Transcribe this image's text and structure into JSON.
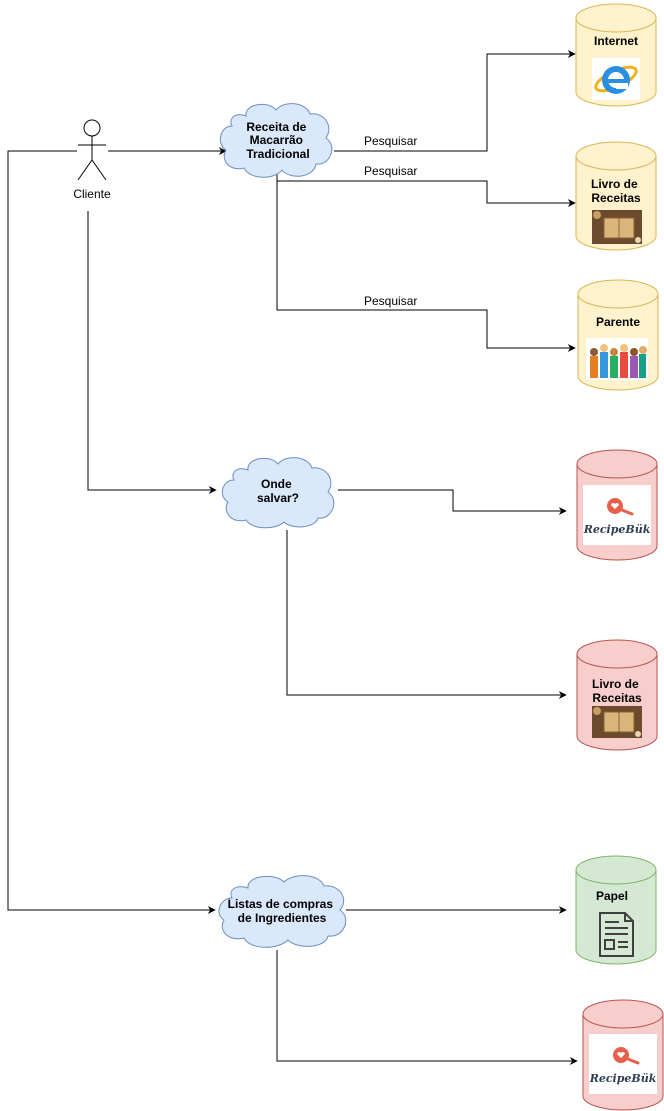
{
  "actor": {
    "label": "Cliente"
  },
  "clouds": {
    "receita": {
      "lines": [
        "Receita de",
        "Macarrão",
        "Tradicional"
      ]
    },
    "onde": {
      "lines": [
        "Onde",
        "salvar?"
      ]
    },
    "listas": {
      "lines": [
        "Listas de compras",
        "de Ingredientes"
      ]
    }
  },
  "cylinders": {
    "internet": {
      "label": [
        "Internet"
      ],
      "icon": "internet-explorer-icon"
    },
    "livro1": {
      "label": [
        "Livro de",
        "Receitas"
      ],
      "icon": "recipe-book-image"
    },
    "parente": {
      "label": [
        "Parente"
      ],
      "icon": "people-group-image"
    },
    "recipebuk1": {
      "logo_text": "RecipeBük",
      "icon": "recipebuk-logo"
    },
    "livro2": {
      "label": [
        "Livro de",
        "Receitas"
      ],
      "icon": "recipe-book-image"
    },
    "papel": {
      "label": [
        "Papel"
      ],
      "icon": "paper-document-icon"
    },
    "recipebuk2": {
      "logo_text": "RecipeBük",
      "icon": "recipebuk-logo"
    }
  },
  "edge_labels": {
    "internet": "Pesquisar",
    "livro": "Pesquisar",
    "parente": "Pesquisar"
  },
  "colors": {
    "cloud_fill": "#dae8fc",
    "cloud_stroke": "#6c8ebf",
    "yellow_fill": "#fff2cc",
    "yellow_stroke": "#d6b656",
    "red_fill": "#f8cecc",
    "red_stroke": "#b85450",
    "green_fill": "#d5e8d4",
    "green_stroke": "#82b366",
    "edge": "#000000"
  }
}
